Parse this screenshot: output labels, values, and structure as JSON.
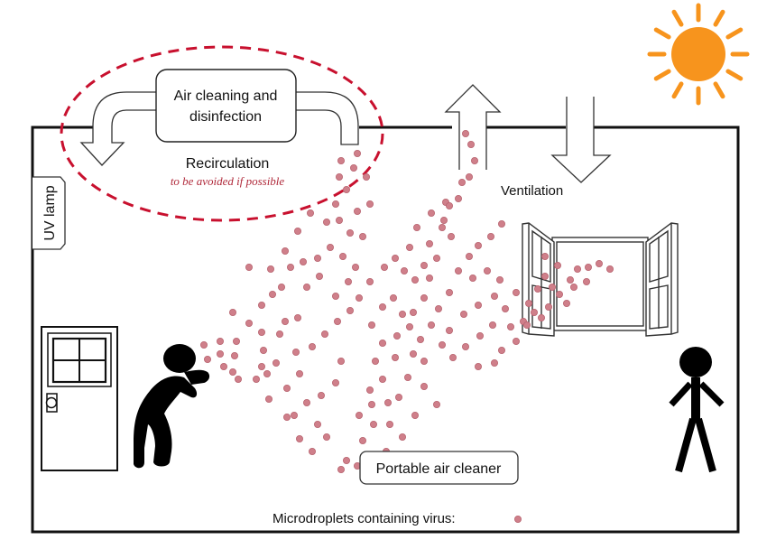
{
  "diagram": {
    "title": "Airborne virus transmission in an indoor room and mitigation measures",
    "labels": {
      "air_cleaning": [
        "Air cleaning and",
        "disinfection"
      ],
      "recirculation": "Recirculation",
      "recirculation_note": "to be avoided if  possible",
      "ventilation": "Ventilation",
      "uv_lamp": "UV lamp",
      "portable_air_cleaner": "Portable air cleaner",
      "legend": "Microdroplets containing virus:"
    },
    "colors": {
      "droplet": "#cf7f8a",
      "droplet_stroke": "#b86470",
      "dashed_ellipse": "#c8102e",
      "sun": "#f7941d",
      "outline": "#111111",
      "note_text": "#b0293a"
    },
    "elements": [
      "room-walls",
      "air-cleaning-box",
      "recirculation-arrow",
      "dashed-ellipse",
      "exhaust-arrow-up",
      "intake-arrow-down",
      "sun",
      "uv-lamp",
      "door",
      "coughing-person",
      "standing-person",
      "open-window",
      "droplet-cloud",
      "portable-air-cleaner",
      "legend"
    ]
  }
}
